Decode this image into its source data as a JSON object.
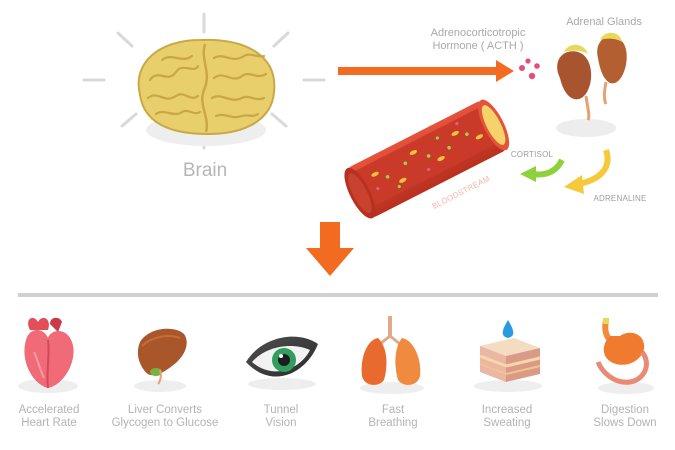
{
  "brain": {
    "label": "Brain"
  },
  "hormones": {
    "acth_line1": "Adrenocorticotropic",
    "acth_line2": "Hormone ( ACTH )",
    "adrenal": "Adrenal Glands",
    "cortisol": "CORTISOL",
    "adrenaline": "ADRENALINE",
    "bloodstream": "BLOODSTREAM"
  },
  "effects": [
    {
      "line1": "Accelerated",
      "line2": "Heart Rate",
      "icon": "heart-icon"
    },
    {
      "line1": "Liver Converts",
      "line2": "Glycogen to Glucose",
      "icon": "liver-icon"
    },
    {
      "line1": "Tunnel",
      "line2": "Vision",
      "icon": "eye-icon"
    },
    {
      "line1": "Fast",
      "line2": "Breathing",
      "icon": "lungs-icon"
    },
    {
      "line1": "Increased",
      "line2": "Sweating",
      "icon": "skin-sweat-icon"
    },
    {
      "line1": "Digestion",
      "line2": "Slows Down",
      "icon": "stomach-icon"
    }
  ],
  "colors": {
    "arrow": "#f26b21",
    "brain": "#e9cf6b",
    "vessel": "#d9412c",
    "cortisol_arrow": "#8ed13b",
    "adrenaline_arrow": "#f5c93a",
    "divider": "#d0d0d0"
  }
}
